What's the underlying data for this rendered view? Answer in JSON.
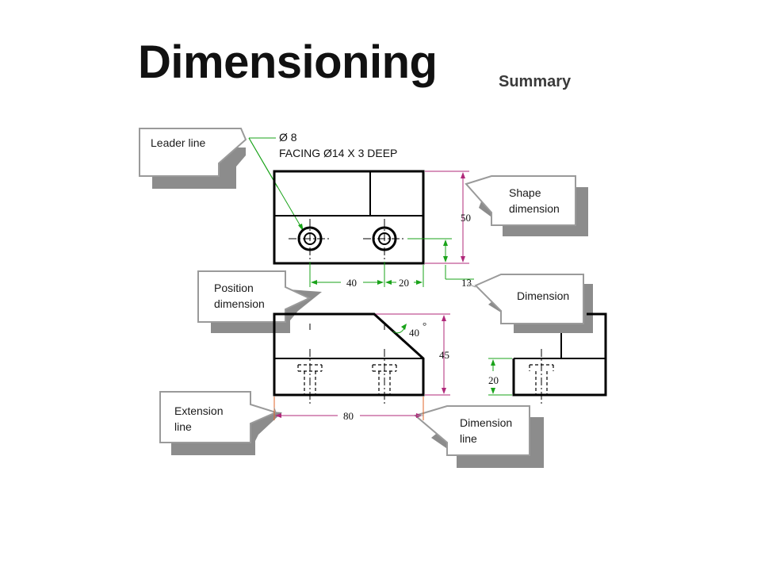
{
  "header": {
    "title": "Dimensioning",
    "subtitle": "Summary"
  },
  "callouts": {
    "leader_line": [
      "Leader line"
    ],
    "shape_dimension": [
      "Shape",
      "dimension"
    ],
    "position_dimension": [
      "Position",
      "dimension"
    ],
    "dimension": [
      "Dimension"
    ],
    "extension_line": [
      "Extension",
      "line"
    ],
    "dimension_line": [
      "Dimension",
      "line"
    ]
  },
  "note": {
    "line1": "Ø 8",
    "line2": "FACING Ø14 X 3 DEEP"
  },
  "dimensions": {
    "height_50": "50",
    "position_40": "40",
    "position_20": "20",
    "position_13": "13",
    "angle_40": "40",
    "degree_mark": "°",
    "height_45": "45",
    "height_20": "20",
    "length_80": "80"
  },
  "colors": {
    "object_line": "#000000",
    "dimension_line": "#1aa31a",
    "shape_dimension_line": "#b0287a",
    "extension_line": "#e0662a",
    "callout_fill": "#ffffff",
    "callout_border": "#9a9a9a",
    "callout_shadow": "#8c8c8c"
  }
}
